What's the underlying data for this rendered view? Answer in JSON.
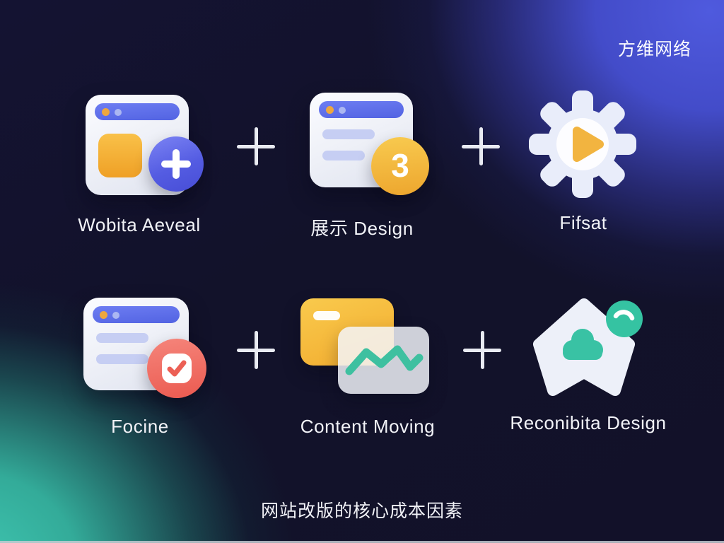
{
  "page": {
    "watermark": "方维网络",
    "title": "网站改版的核心成本因素"
  },
  "rows": [
    {
      "items": [
        {
          "label": "Wobita Aeveal",
          "icon": "browser-add-icon"
        },
        {
          "label": "展示 Design",
          "icon": "browser-list-icon",
          "badge": "3"
        },
        {
          "label": "Fifsat",
          "icon": "gear-play-icon"
        }
      ]
    },
    {
      "items": [
        {
          "label": "Focine",
          "icon": "browser-check-icon"
        },
        {
          "label": "Content Moving",
          "icon": "cards-chart-icon"
        },
        {
          "label": "Reconibita Design",
          "icon": "house-cloud-icon"
        }
      ]
    }
  ],
  "colors": {
    "accent_blue": "#5b6ce8",
    "badge_blue": "#545ce2",
    "accent_yellow": "#f2b53c",
    "accent_coral": "#ee6156",
    "accent_teal": "#35c3a2",
    "glow_blue": "#4c57d8",
    "glow_teal": "#3ac0ac",
    "background": "#12122a"
  }
}
